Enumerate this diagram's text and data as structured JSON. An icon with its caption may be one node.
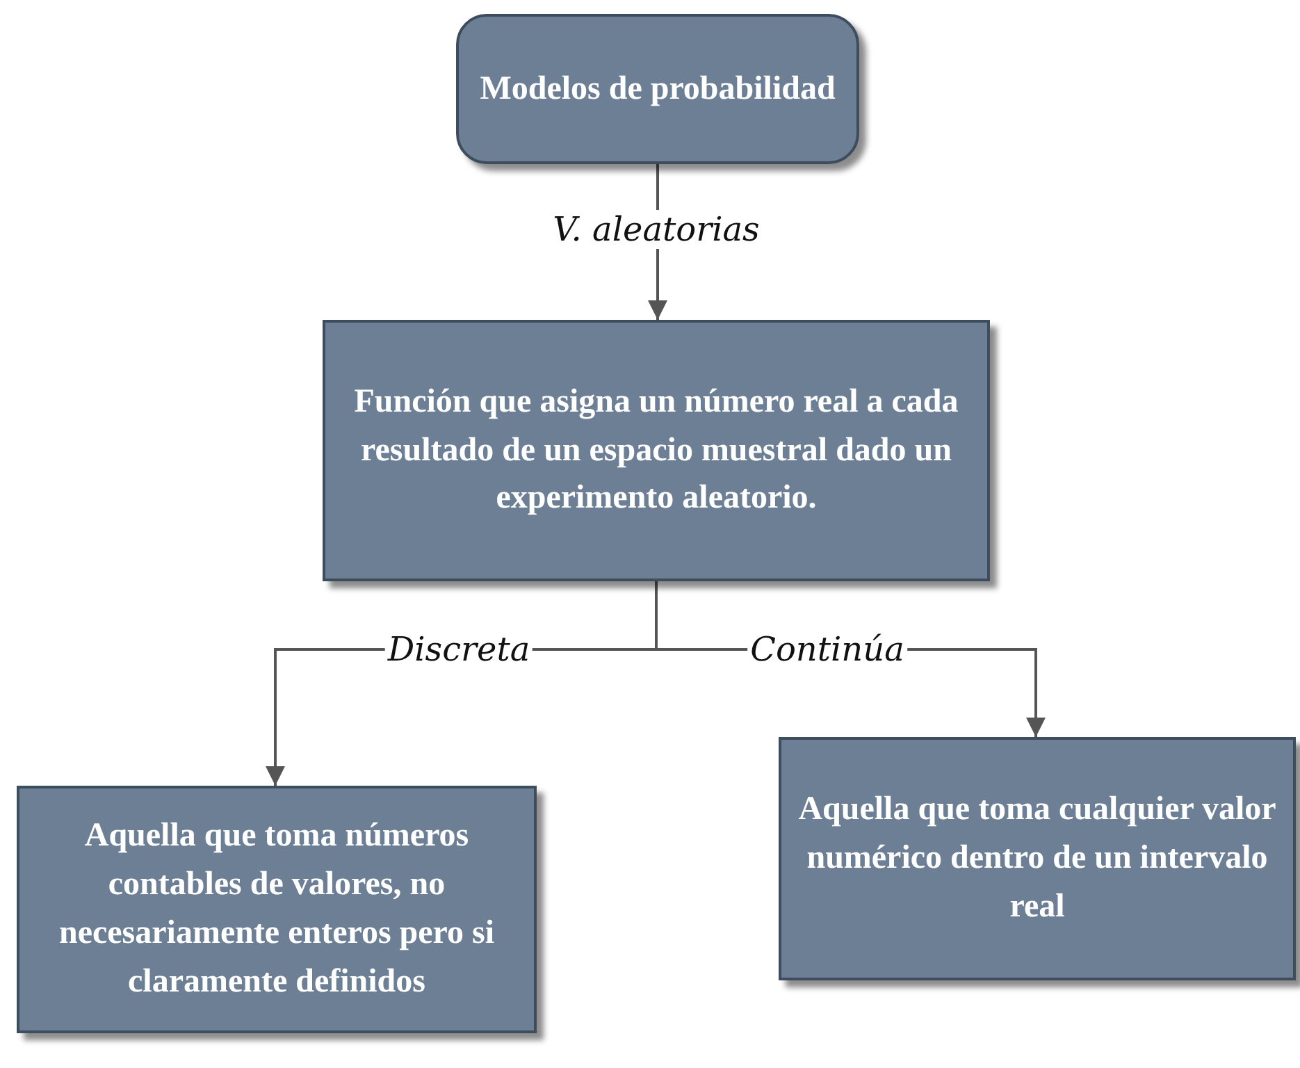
{
  "diagram": {
    "nodes": [
      {
        "text": [
          "Modelos de probabilidad"
        ]
      },
      {
        "text": [
          "Función que asigna un número real a cada resultado de un espacio muestral dado un experimento aleatorio."
        ]
      },
      {
        "text": [
          "Aquella que toma números contables de valores, no necesariamente enteros pero si claramente definidos"
        ]
      },
      {
        "text": [
          "Aquella que toma cualquier valor numérico dentro de un intervalo real"
        ]
      }
    ],
    "edges": [
      {
        "from": 0,
        "to": 1,
        "arrow": "to",
        "label": "V. aleatorias"
      },
      {
        "from": 1,
        "to": 2,
        "arrow": "to",
        "label": "Discreta"
      },
      {
        "from": 1,
        "to": 3,
        "arrow": "to",
        "label": "Continúa"
      }
    ]
  }
}
